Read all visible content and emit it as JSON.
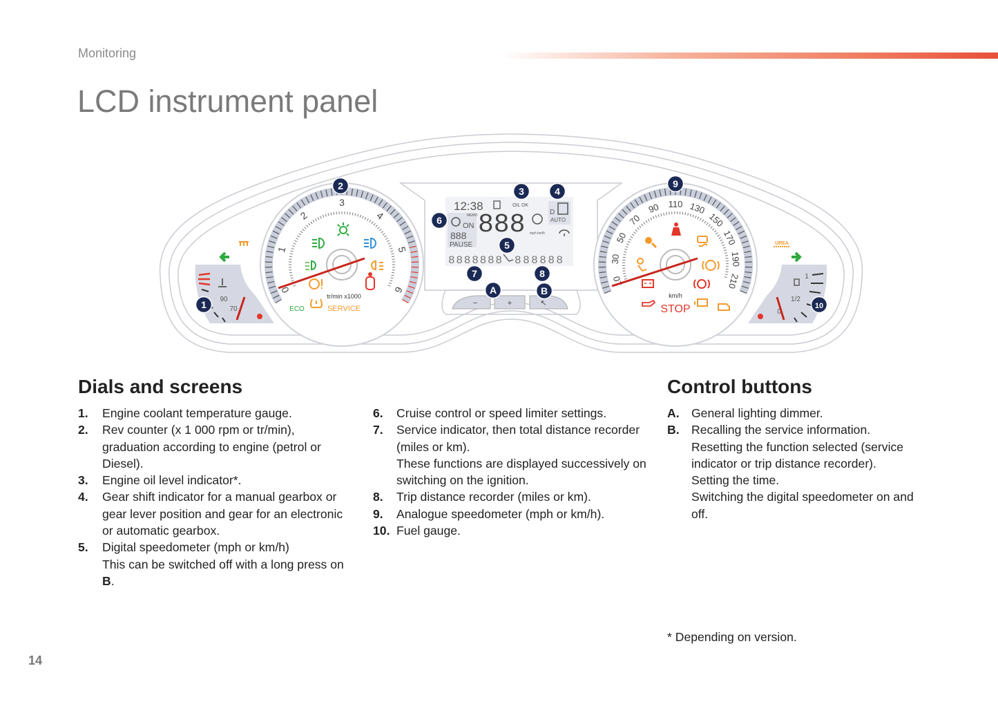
{
  "header": {
    "section": "Monitoring",
    "title": "LCD instrument panel"
  },
  "colors": {
    "accent": "#e8503a",
    "callout": "#1b2a55",
    "warning_red": "#e2372a",
    "warning_orange": "#f39a2c",
    "indicator_green": "#2eaa3f",
    "indicator_blue": "#2f8fd8"
  },
  "illustration": {
    "callouts": [
      "1",
      "2",
      "3",
      "4",
      "5",
      "6",
      "7",
      "8",
      "9",
      "10",
      "A",
      "B"
    ],
    "rev_labels": [
      "0",
      "1",
      "2",
      "3",
      "4",
      "5",
      "6"
    ],
    "rev_unit": "tr/min x1000",
    "service": "SERVICE",
    "eco": "ECO",
    "speed_labels": [
      "10",
      "30",
      "50",
      "70",
      "90",
      "110",
      "130",
      "150",
      "170",
      "190",
      "210"
    ],
    "speed_unit": "km/h",
    "stop": "STOP",
    "temp_labels": [
      "90",
      "70"
    ],
    "fuel_labels": [
      "1",
      "1/2",
      "0"
    ],
    "urea": "UREA",
    "lcd": {
      "clock": "12:38",
      "oil": "OIL OK",
      "memo": "MEMO",
      "on": "ON",
      "limit": "888",
      "pause": "PAUSE",
      "speed": "888",
      "speed_unit": "mph km/h",
      "auto": "AUTO",
      "odometer": "8888888",
      "trip": "888888"
    },
    "buttons": [
      "−",
      "+",
      "↖"
    ]
  },
  "dials": {
    "heading": "Dials and screens",
    "items": [
      {
        "num": "1.",
        "paras": [
          "Engine coolant temperature gauge."
        ]
      },
      {
        "num": "2.",
        "paras": [
          "Rev counter (x 1 000 rpm or tr/min), graduation according to engine (petrol or Diesel)."
        ]
      },
      {
        "num": "3.",
        "paras": [
          "Engine oil level indicator*."
        ]
      },
      {
        "num": "4.",
        "paras": [
          "Gear shift indicator for a manual gearbox or gear lever position and gear for an electronic or automatic gearbox."
        ]
      },
      {
        "num": "5.",
        "paras": [
          "Digital speedometer (mph or km/h)"
        ],
        "note": "This can be switched off with a long press on ",
        "note_bold": "B",
        "note_tail": "."
      }
    ],
    "items2": [
      {
        "num": "6.",
        "paras": [
          "Cruise control or speed limiter settings."
        ]
      },
      {
        "num": "7.",
        "paras": [
          "Service indicator, then total distance recorder (miles or km).",
          "These functions are displayed successively on switching on the ignition."
        ]
      },
      {
        "num": "8.",
        "paras": [
          "Trip distance recorder (miles or km)."
        ]
      },
      {
        "num": "9.",
        "paras": [
          "Analogue speedometer (mph or km/h)."
        ]
      },
      {
        "num": "10.",
        "paras": [
          "Fuel gauge."
        ]
      }
    ]
  },
  "controls": {
    "heading": "Control buttons",
    "items": [
      {
        "num": "A.",
        "paras": [
          "General lighting dimmer."
        ]
      },
      {
        "num": "B.",
        "paras": [
          "Recalling the service information.",
          "Resetting the function selected (service indicator or trip distance recorder).",
          "Setting the time.",
          "Switching the digital speedometer on and off."
        ]
      }
    ]
  },
  "footnote": "* Depending on version.",
  "page_number": "14"
}
